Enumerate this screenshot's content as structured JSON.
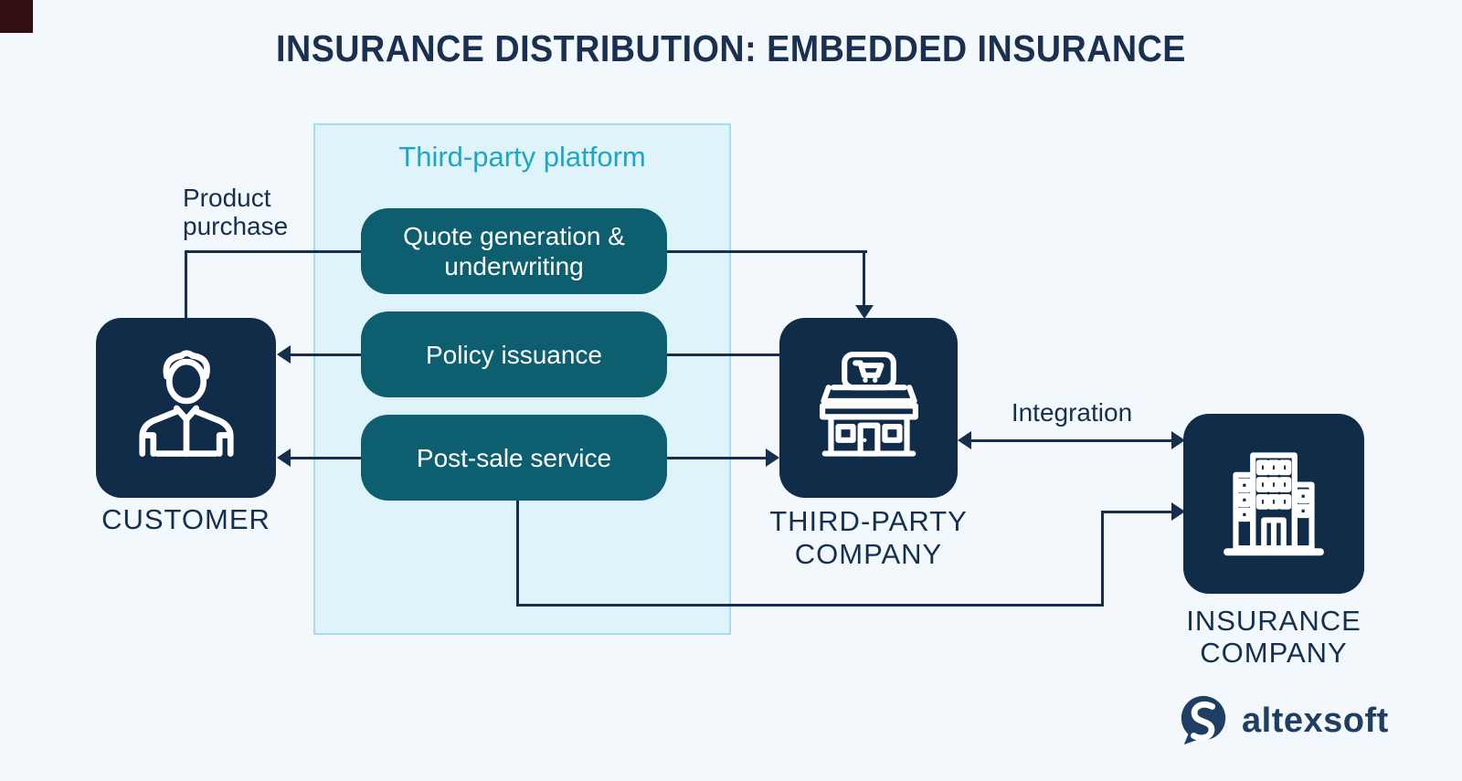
{
  "title": "INSURANCE DISTRIBUTION: EMBEDDED INSURANCE",
  "platform": {
    "label": "Third-party platform",
    "boxes": [
      {
        "label": "Quote generation & underwriting"
      },
      {
        "label": "Policy issuance"
      },
      {
        "label": "Post-sale service"
      }
    ]
  },
  "nodes": {
    "customer": {
      "label": "CUSTOMER",
      "icon": "person-icon"
    },
    "third_party": {
      "label": "THIRD-PARTY COMPANY",
      "icon": "storefront-icon"
    },
    "insurance": {
      "label": "INSURANCE COMPANY",
      "icon": "office-building-icon"
    }
  },
  "annotations": {
    "product_purchase": "Product purchase",
    "integration": "Integration"
  },
  "logo": {
    "text": "altexsoft"
  },
  "colors": {
    "background": "#f2f8fb",
    "dark_navy": "#112c48",
    "line_navy": "#15304f",
    "teal_box": "#0d5f70",
    "cyan_accent": "#1ea6c9",
    "panel_background": "#dff3fa",
    "panel_border": "#a4dded",
    "logo_navy": "#1e3f63",
    "white": "#ffffff"
  }
}
